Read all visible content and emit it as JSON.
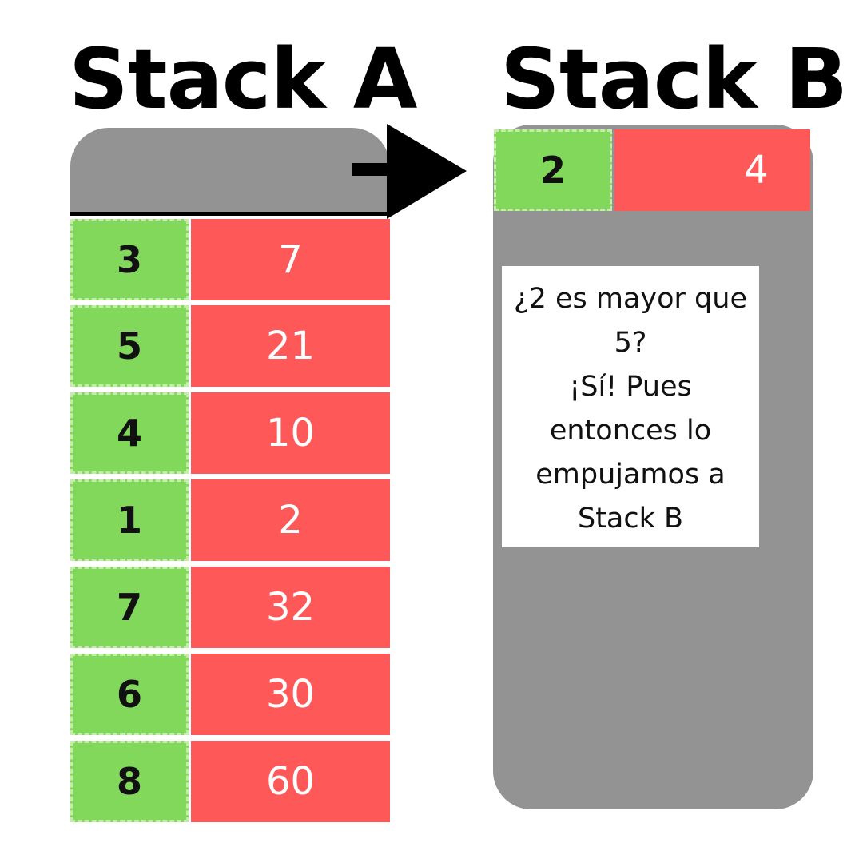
{
  "stack_a": {
    "title": "Stack A",
    "items": [
      {
        "index": "3",
        "value": "7"
      },
      {
        "index": "5",
        "value": "21"
      },
      {
        "index": "4",
        "value": "10"
      },
      {
        "index": "1",
        "value": "2"
      },
      {
        "index": "7",
        "value": "32"
      },
      {
        "index": "6",
        "value": "30"
      },
      {
        "index": "8",
        "value": "60"
      }
    ]
  },
  "stack_b": {
    "title": "Stack B",
    "items": [
      {
        "index": "2",
        "value": "4"
      }
    ]
  },
  "explanation": {
    "lines": [
      "¿2 es mayor que",
      "5?",
      "¡Sí! Pues",
      "entonces lo",
      "empujamos a",
      "Stack B"
    ]
  },
  "colors": {
    "index_cell": "#82d85a",
    "value_cell": "#fe5858",
    "container": "#939393",
    "arrow": "#000000"
  },
  "icons": {
    "arrow": "arrow-right-icon"
  }
}
